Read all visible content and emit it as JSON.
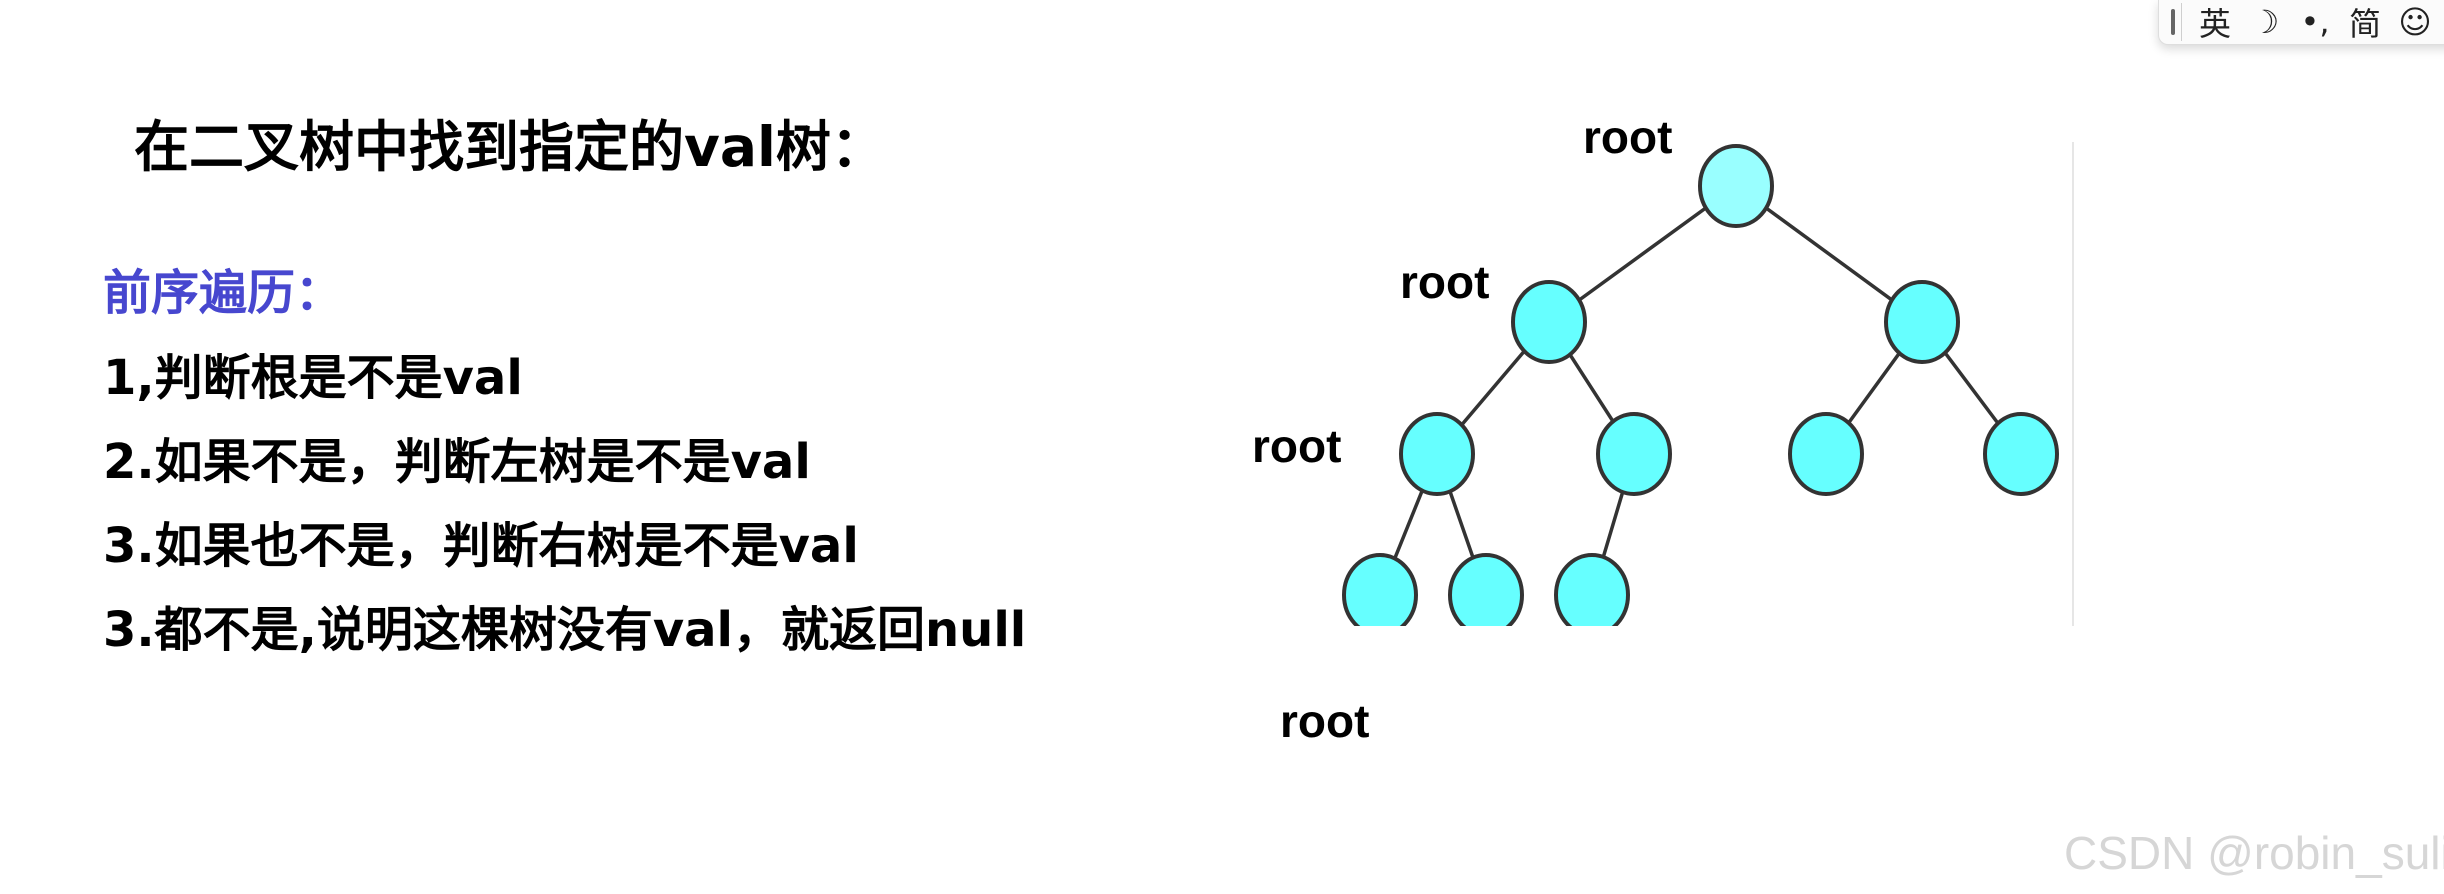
{
  "title": "在二叉树中找到指定的val树：",
  "subtitle": "前序遍历：",
  "steps": [
    "1,判断根是不是val",
    "2.如果不是，判断左树是不是val",
    "3.如果也不是，判断右树是不是val",
    "3.都不是,说明这棵树没有val，就返回null"
  ],
  "diagram": {
    "root_labels": [
      "root",
      "root",
      "root",
      "root"
    ],
    "node_fill": "#66ffff",
    "root_node_fill": "#99ffff",
    "node_stroke": "#333333"
  },
  "ime_toolbar": {
    "items": [
      "英",
      "☽",
      "•,",
      "简",
      "☺"
    ]
  },
  "watermark": "CSDN @robin_suli"
}
